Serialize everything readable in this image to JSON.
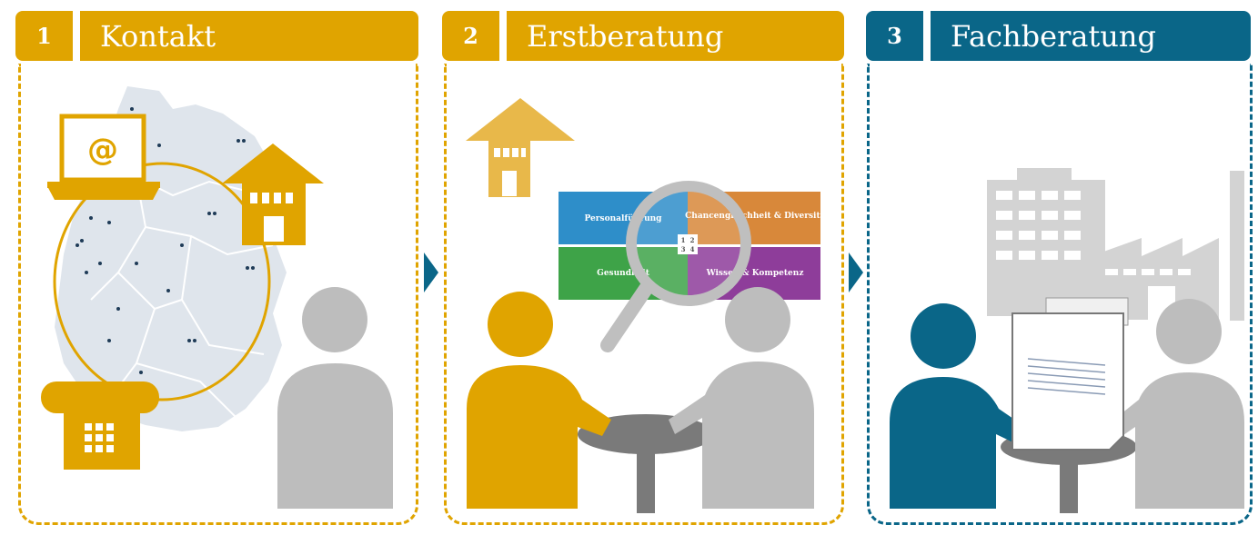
{
  "steps": [
    {
      "number": "1",
      "title": "Kontakt"
    },
    {
      "number": "2",
      "title": "Erstberatung"
    },
    {
      "number": "3",
      "title": "Fachberatung"
    }
  ],
  "colors": {
    "gold": "#e0a400",
    "blue": "#0a6688",
    "grey_person": "#bdbdbd",
    "map": "#dfe5ec"
  },
  "step1": {
    "email_symbol": "@"
  },
  "quadrants": {
    "top_left": "Personalführung",
    "top_right": "Chancengleichheit & Diversity",
    "bottom_left": "Gesundheit",
    "bottom_right": "Wissen & Kompetenz",
    "center_labels": [
      "1",
      "2",
      "3",
      "4"
    ]
  }
}
